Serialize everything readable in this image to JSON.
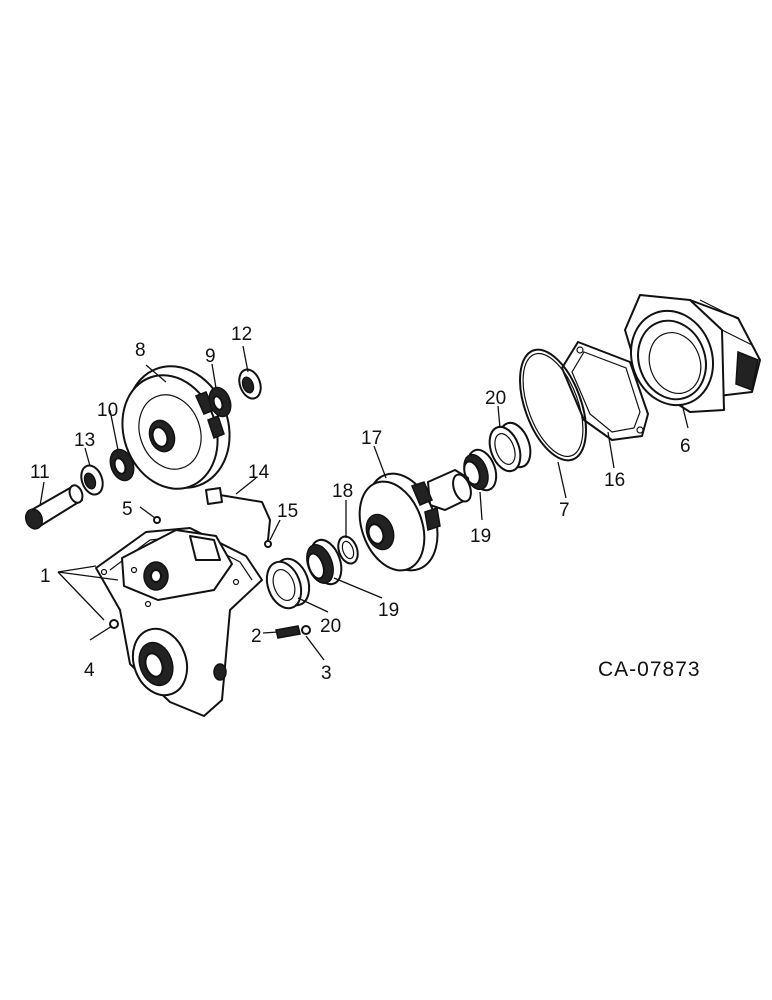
{
  "drawing": {
    "reference_code": "CA-07873"
  },
  "callouts": [
    {
      "id": "c1",
      "text": "1"
    },
    {
      "id": "c2",
      "text": "2"
    },
    {
      "id": "c3",
      "text": "3"
    },
    {
      "id": "c4",
      "text": "4"
    },
    {
      "id": "c5",
      "text": "5"
    },
    {
      "id": "c6",
      "text": "6"
    },
    {
      "id": "c7",
      "text": "7"
    },
    {
      "id": "c8",
      "text": "8"
    },
    {
      "id": "c9",
      "text": "9"
    },
    {
      "id": "c10",
      "text": "10"
    },
    {
      "id": "c11",
      "text": "11"
    },
    {
      "id": "c12",
      "text": "12"
    },
    {
      "id": "c13",
      "text": "13"
    },
    {
      "id": "c14",
      "text": "14"
    },
    {
      "id": "c15",
      "text": "15"
    },
    {
      "id": "c16",
      "text": "16"
    },
    {
      "id": "c17",
      "text": "17"
    },
    {
      "id": "c18",
      "text": "18"
    },
    {
      "id": "c19a",
      "text": "19"
    },
    {
      "id": "c19b",
      "text": "19"
    },
    {
      "id": "c20a",
      "text": "20"
    },
    {
      "id": "c20b",
      "text": "20"
    }
  ]
}
